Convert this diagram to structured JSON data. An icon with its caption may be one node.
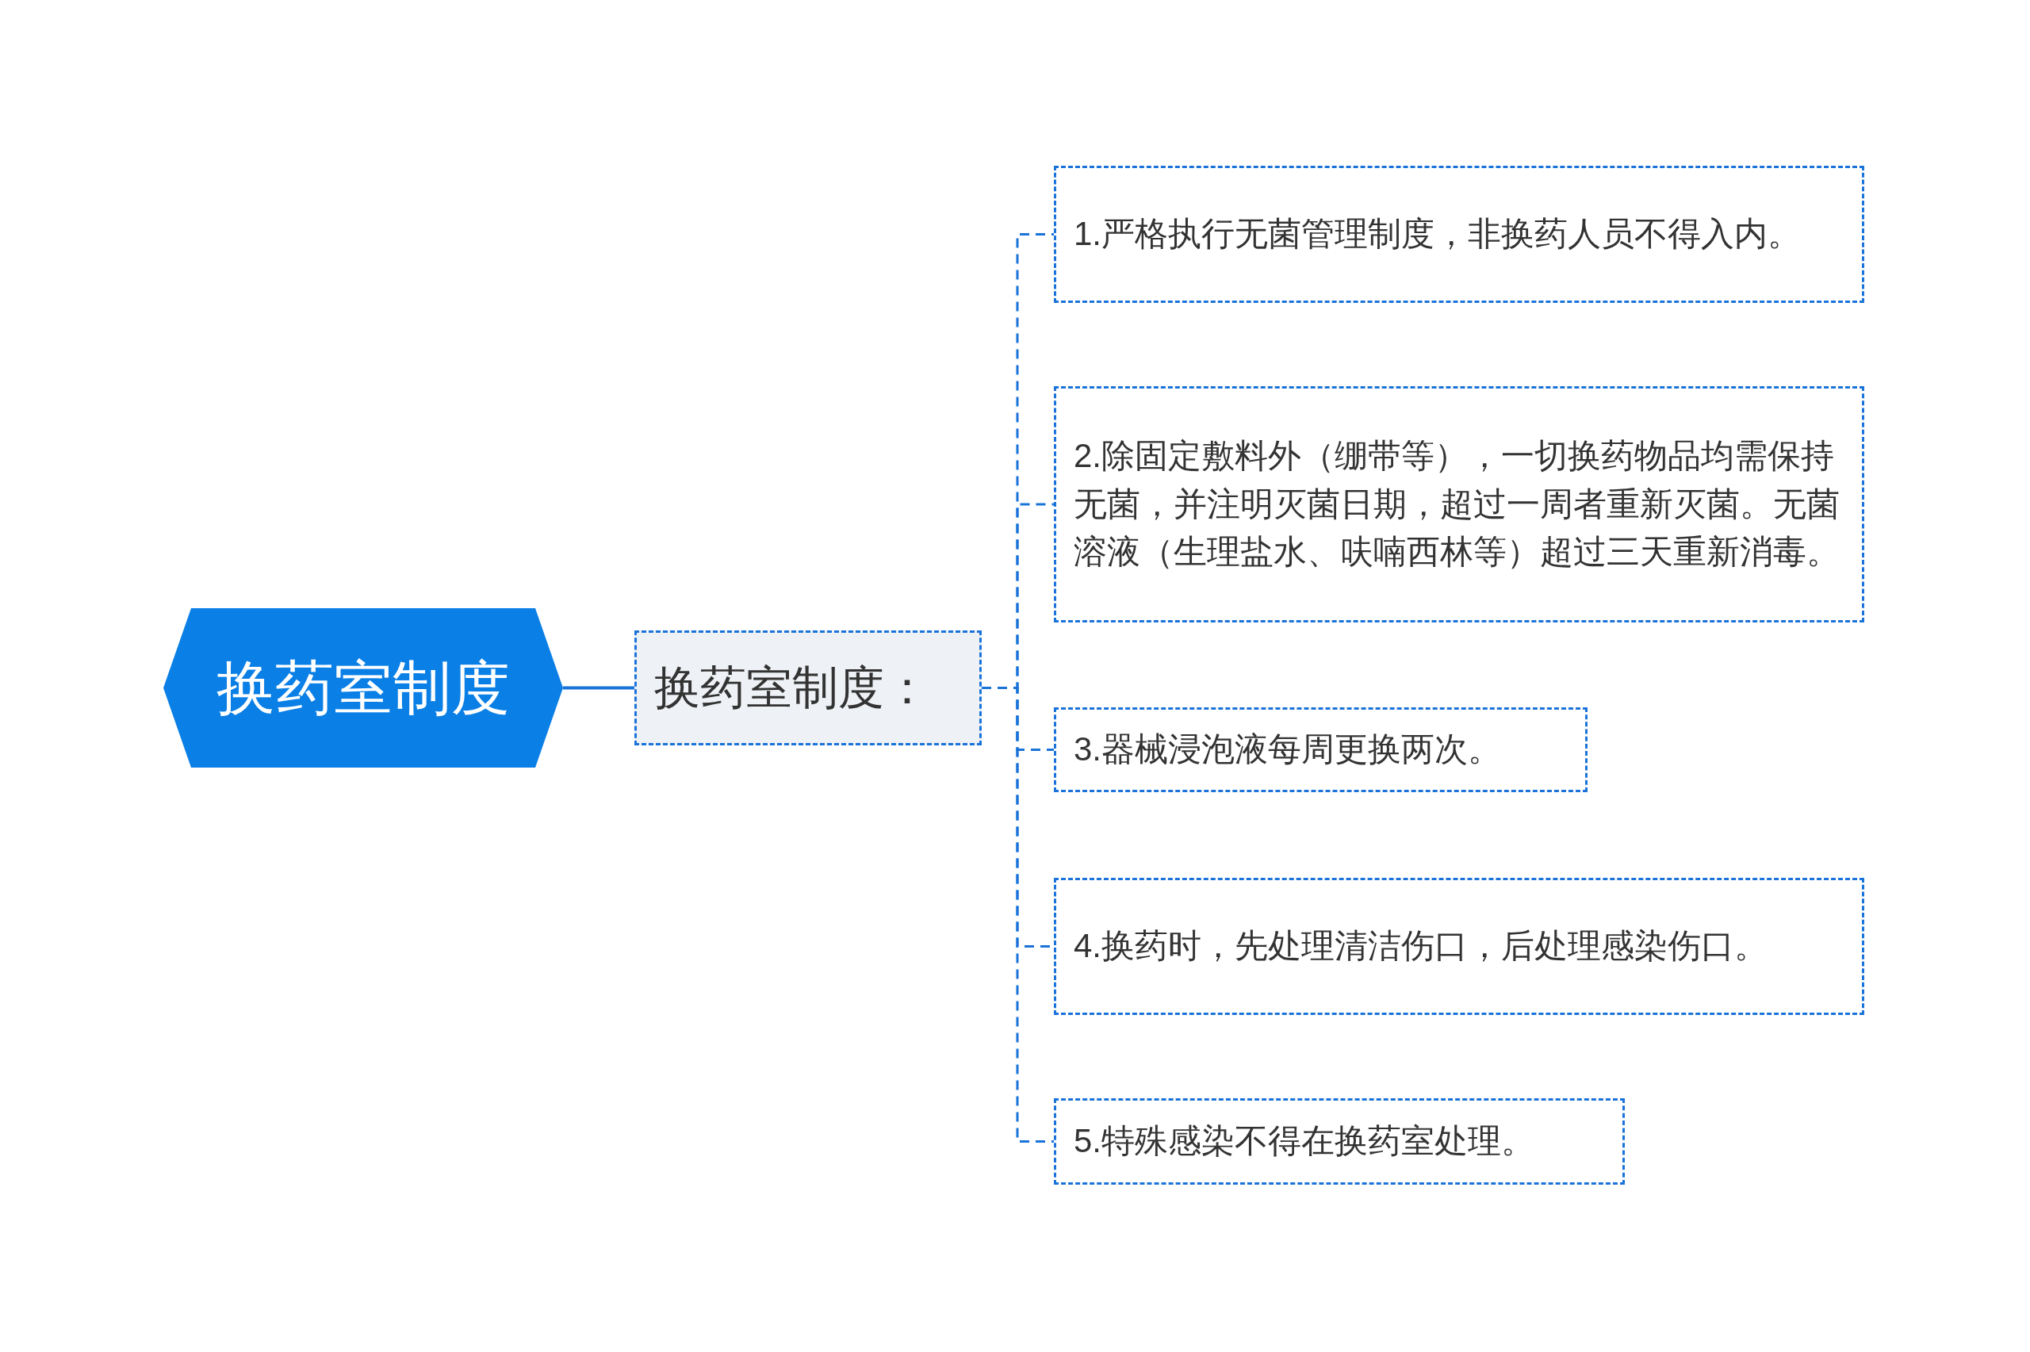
{
  "diagram": {
    "nodes": [
      {
        "text": [
          "换药室制度"
        ]
      },
      {
        "text": [
          "换药室制度："
        ]
      },
      {
        "text": [
          "1.严格执行无菌管理制度，非换药人员不得入内。"
        ]
      },
      {
        "text": [
          "2.除固定敷料外（绷带等），一切换药物品均需保持无菌，并注明灭菌日期，超过一周者重新灭菌。无菌溶液（生理盐水、呋喃西林等）超过三天重新消毒。"
        ]
      },
      {
        "text": [
          "3.器械浸泡液每周更换两次。"
        ]
      },
      {
        "text": [
          "4.换药时，先处理清洁伤口，后处理感染伤口。"
        ]
      },
      {
        "text": [
          "5.特殊感染不得在换药室处理。"
        ]
      }
    ],
    "edges": [
      {
        "from": 0,
        "to": 1,
        "arrow": "none"
      },
      {
        "from": 1,
        "to": 2,
        "arrow": "none",
        "style": "dashed"
      },
      {
        "from": 1,
        "to": 3,
        "arrow": "none",
        "style": "dashed"
      },
      {
        "from": 1,
        "to": 4,
        "arrow": "none",
        "style": "dashed"
      },
      {
        "from": 1,
        "to": 5,
        "arrow": "none",
        "style": "dashed"
      },
      {
        "from": 1,
        "to": 6,
        "arrow": "none",
        "style": "dashed"
      }
    ]
  }
}
